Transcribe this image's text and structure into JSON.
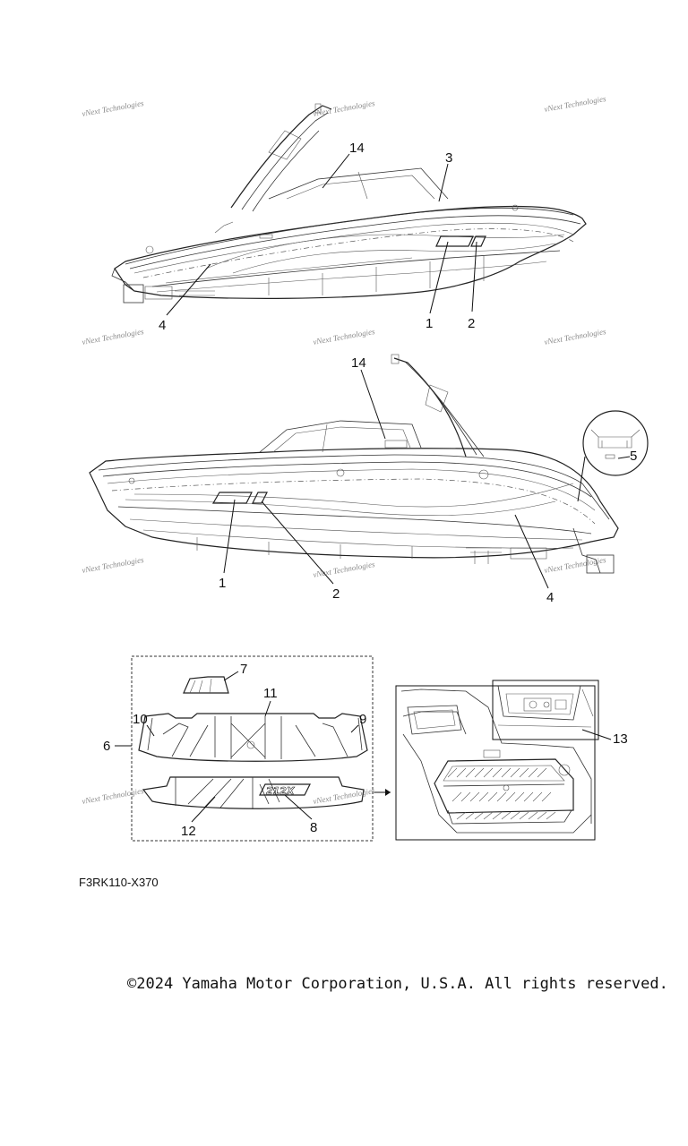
{
  "watermark": "vNext Technologies",
  "callouts": {
    "top": {
      "c1": "1",
      "c2": "2",
      "c3": "3",
      "c4": "4",
      "c14": "14"
    },
    "mid": {
      "c1": "1",
      "c2": "2",
      "c4": "4",
      "c5": "5",
      "c14": "14"
    },
    "bottom": {
      "c6": "6",
      "c7": "7",
      "c8": "8",
      "c9": "9",
      "c10": "10",
      "c11": "11",
      "c12": "12",
      "c13": "13"
    }
  },
  "mat_logo": "212X",
  "part_code": "F3RK110-X370",
  "copyright": "©2024 Yamaha Motor Corporation, U.S.A. All rights reserved."
}
